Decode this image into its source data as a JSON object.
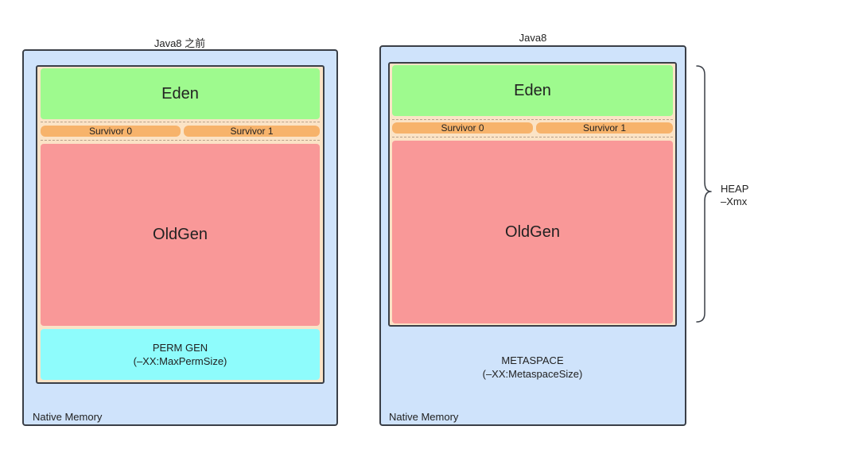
{
  "left": {
    "title": "Java8 之前",
    "eden": "Eden",
    "survivor0": "Survivor 0",
    "survivor1": "Survivor 1",
    "oldgen": "OldGen",
    "perm_line1": "PERM GEN",
    "perm_line2": "(–XX:MaxPermSize)",
    "native": "Native Memory"
  },
  "right": {
    "title": "Java8",
    "eden": "Eden",
    "survivor0": "Survivor 0",
    "survivor1": "Survivor 1",
    "oldgen": "OldGen",
    "meta_line1": "METASPACE",
    "meta_line2": "(–XX:MetaspaceSize)",
    "native": "Native Memory"
  },
  "heap_brace": {
    "line1": "HEAP",
    "line2": "–Xmx"
  },
  "colors": {
    "native": "#cfe3fb",
    "heap": "#fbe3c6",
    "eden": "#9efa8e",
    "survivor": "#f7b36b",
    "oldgen": "#f99898",
    "permgen": "#8efcfc"
  }
}
